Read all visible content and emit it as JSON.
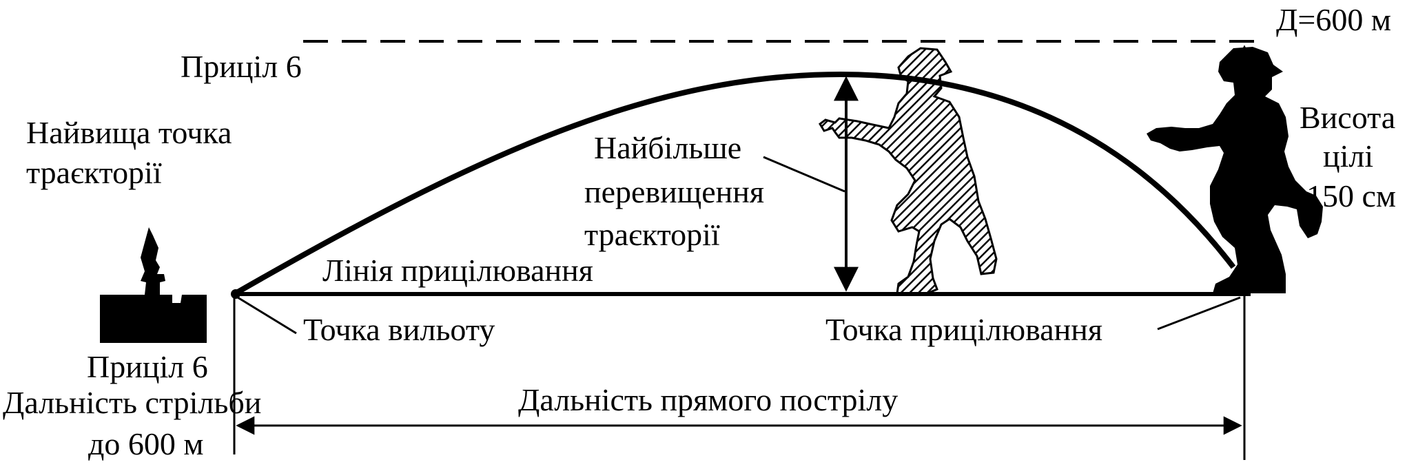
{
  "diagram": {
    "labels": {
      "distance_top": "Д=600 м",
      "sight_top": "Приціл 6",
      "highest_point_1": "Найвища точка",
      "highest_point_2": "траєкторії",
      "max_elevation_1": "Найбільше",
      "max_elevation_2": "перевищення",
      "max_elevation_3": "траєкторії",
      "aim_line": "Лінія прицілювання",
      "exit_point": "Точка вильоту",
      "aim_point": "Точка прицілювання",
      "target_height_1": "Висота",
      "target_height_2": "цілі",
      "target_height_3": "150 см",
      "sight_bottom": "Приціл 6",
      "range_1": "Дальність стрільби",
      "range_2": "до 600 м",
      "direct_shot": "Дальність прямого пострілу"
    }
  }
}
